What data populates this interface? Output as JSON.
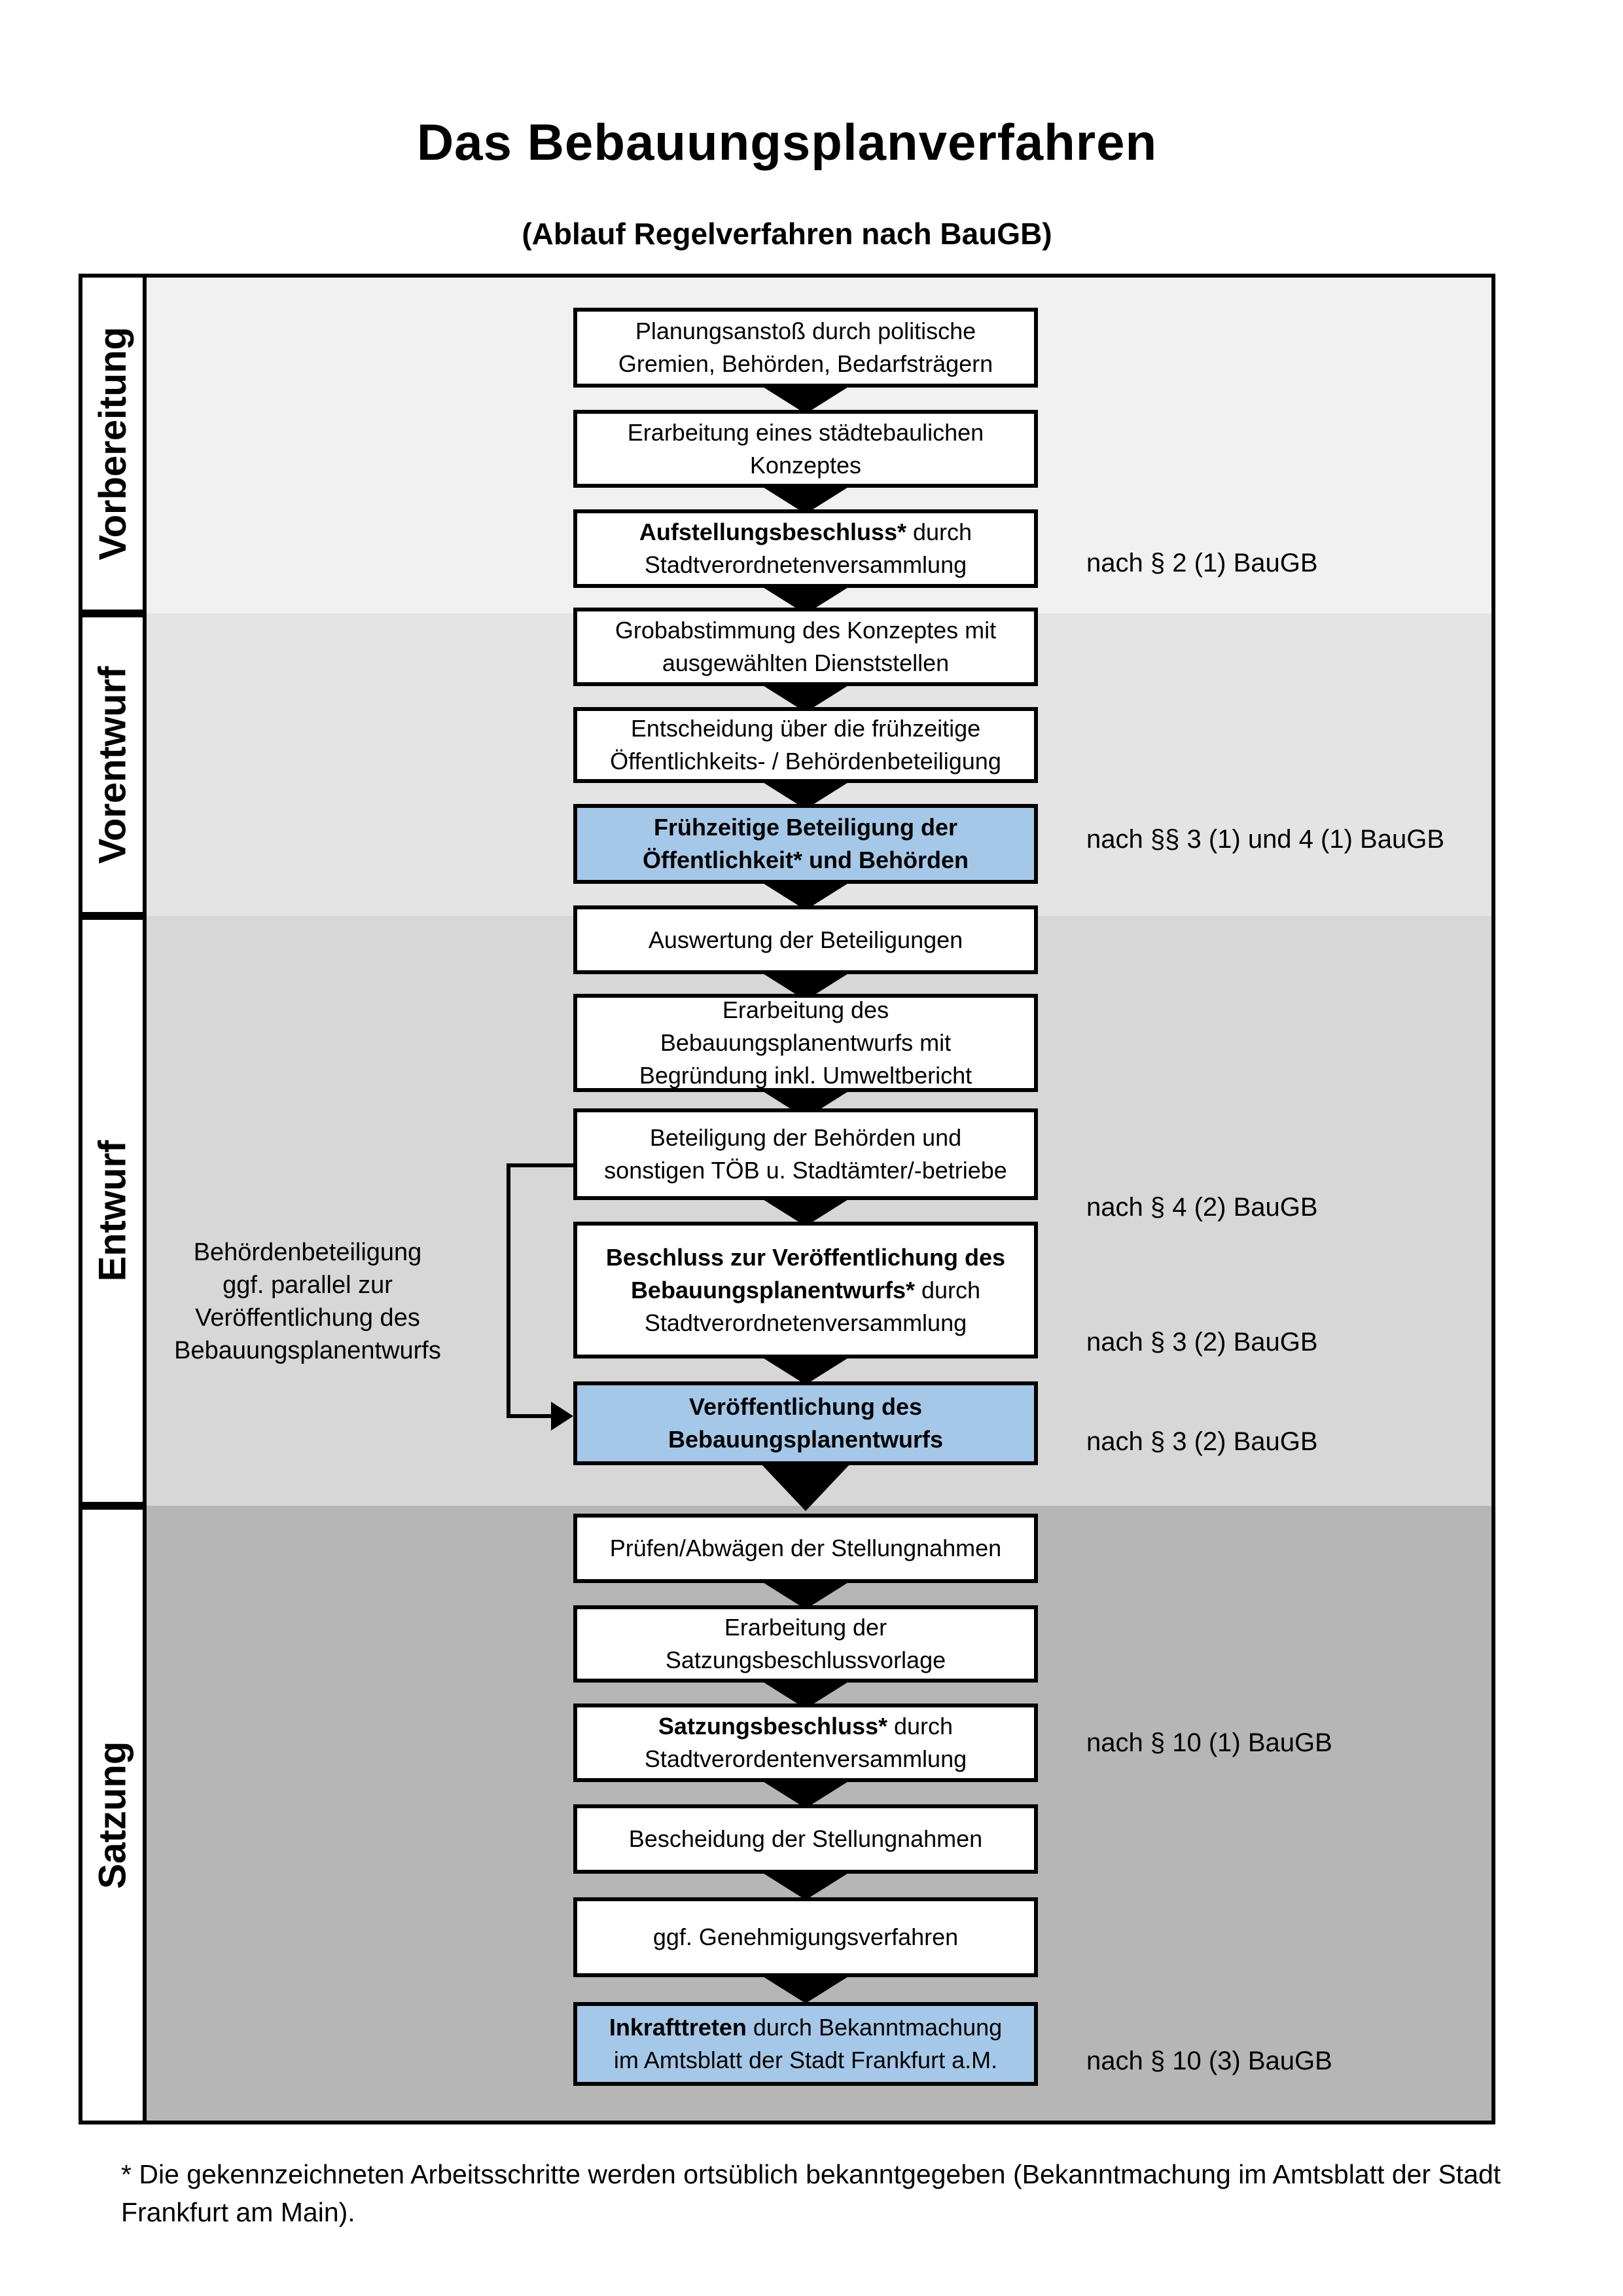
{
  "title": "Das Bebauungsplanverfahren",
  "subtitle": "(Ablauf Regelverfahren nach BauGB)",
  "phases": [
    {
      "label": "Vorbereitung"
    },
    {
      "label": "Vorentwurf"
    },
    {
      "label": "Entwurf"
    },
    {
      "label": "Satzung"
    }
  ],
  "steps": [
    {
      "highlighted": false,
      "lines": [
        [
          {
            "b": false,
            "t": "Planungsanstoß durch politische"
          }
        ],
        [
          {
            "b": false,
            "t": "Gremien, Behörden, Bedarfsträgern"
          }
        ]
      ]
    },
    {
      "highlighted": false,
      "lines": [
        [
          {
            "b": false,
            "t": "Erarbeitung eines städtebaulichen"
          }
        ],
        [
          {
            "b": false,
            "t": "Konzeptes"
          }
        ]
      ]
    },
    {
      "highlighted": false,
      "lines": [
        [
          {
            "b": true,
            "t": "Aufstellungsbeschluss*"
          },
          {
            "b": false,
            "t": " durch"
          }
        ],
        [
          {
            "b": false,
            "t": "Stadtverordnetenversammlung"
          }
        ]
      ]
    },
    {
      "highlighted": false,
      "lines": [
        [
          {
            "b": false,
            "t": "Grobabstimmung des Konzeptes mit"
          }
        ],
        [
          {
            "b": false,
            "t": "ausgewählten Dienststellen"
          }
        ]
      ]
    },
    {
      "highlighted": false,
      "lines": [
        [
          {
            "b": false,
            "t": "Entscheidung über die frühzeitige"
          }
        ],
        [
          {
            "b": false,
            "t": "Öffentlichkeits- / Behördenbeteiligung"
          }
        ]
      ]
    },
    {
      "highlighted": true,
      "lines": [
        [
          {
            "b": true,
            "t": "Frühzeitige Beteiligung der"
          }
        ],
        [
          {
            "b": true,
            "t": "Öffentlichkeit* und Behörden"
          }
        ]
      ]
    },
    {
      "highlighted": false,
      "lines": [
        [
          {
            "b": false,
            "t": "Auswertung der Beteiligungen"
          }
        ]
      ]
    },
    {
      "highlighted": false,
      "lines": [
        [
          {
            "b": false,
            "t": "Erarbeitung des"
          }
        ],
        [
          {
            "b": false,
            "t": "Bebauungsplanentwurfs mit"
          }
        ],
        [
          {
            "b": false,
            "t": "Begründung inkl. Umweltbericht"
          }
        ]
      ]
    },
    {
      "highlighted": false,
      "lines": [
        [
          {
            "b": false,
            "t": "Beteiligung der Behörden und"
          }
        ],
        [
          {
            "b": false,
            "t": "sonstigen TÖB u. Stadtämter/-betriebe"
          }
        ]
      ]
    },
    {
      "highlighted": false,
      "lines": [
        [
          {
            "b": true,
            "t": "Beschluss zur Veröffentlichung des"
          }
        ],
        [
          {
            "b": true,
            "t": "Bebauungsplanentwurfs*"
          },
          {
            "b": false,
            "t": " durch"
          }
        ],
        [
          {
            "b": false,
            "t": "Stadtverordnetenversammlung"
          }
        ]
      ]
    },
    {
      "highlighted": true,
      "lines": [
        [
          {
            "b": true,
            "t": "Veröffentlichung des"
          }
        ],
        [
          {
            "b": true,
            "t": "Bebauungsplanentwurfs"
          }
        ]
      ]
    },
    {
      "highlighted": false,
      "lines": [
        [
          {
            "b": false,
            "t": "Prüfen/Abwägen der Stellungnahmen"
          }
        ]
      ]
    },
    {
      "highlighted": false,
      "lines": [
        [
          {
            "b": false,
            "t": "Erarbeitung der"
          }
        ],
        [
          {
            "b": false,
            "t": "Satzungsbeschlussvorlage"
          }
        ]
      ]
    },
    {
      "highlighted": false,
      "lines": [
        [
          {
            "b": true,
            "t": "Satzungsbeschluss*"
          },
          {
            "b": false,
            "t": " durch"
          }
        ],
        [
          {
            "b": false,
            "t": "Stadtverordentenversammlung"
          }
        ]
      ]
    },
    {
      "highlighted": false,
      "lines": [
        [
          {
            "b": false,
            "t": "Bescheidung der Stellungnahmen"
          }
        ]
      ]
    },
    {
      "highlighted": false,
      "lines": [
        [
          {
            "b": false,
            "t": "ggf. Genehmigungsverfahren"
          }
        ]
      ]
    },
    {
      "highlighted": true,
      "lines": [
        [
          {
            "b": true,
            "t": "Inkrafttreten"
          },
          {
            "b": false,
            "t": " durch Bekanntmachung"
          }
        ],
        [
          {
            "b": false,
            "t": "im Amtsblatt der Stadt Frankfurt a.M."
          }
        ]
      ]
    }
  ],
  "refs": [
    {
      "text": "nach § 2 (1) BauGB"
    },
    {
      "text": "nach §§ 3 (1) und 4 (1) BauGB"
    },
    {
      "text": "nach § 4 (2) BauGB"
    },
    {
      "text": "nach § 3 (2) BauGB"
    },
    {
      "text": "nach § 3 (2) BauGB"
    },
    {
      "text": "nach § 10 (1) BauGB"
    },
    {
      "text": "nach § 10 (3) BauGB"
    }
  ],
  "side_note": {
    "lines": [
      "Behördenbeteiligung",
      "ggf. parallel zur",
      "Veröffentlichung des",
      "Bebauungsplanentwurfs"
    ]
  },
  "footnote": {
    "text": "* Die gekennzeichneten Arbeitsschritte werden ortsüblich bekanntgegeben (Bekanntmachung im Amtsblatt  der Stadt Frankfurt am Main)."
  },
  "icons": {
    "flow_arrow_down": "▼",
    "parallel_arrow_right": "►"
  },
  "colors": {
    "highlight_fill": "#a6c8e8",
    "band_vorbereitung": "#f1f1f1",
    "band_vorentwurf": "#e4e4e4",
    "band_entwurf": "#d7d7d7",
    "band_satzung": "#b6b6b6",
    "border": "#000000"
  }
}
